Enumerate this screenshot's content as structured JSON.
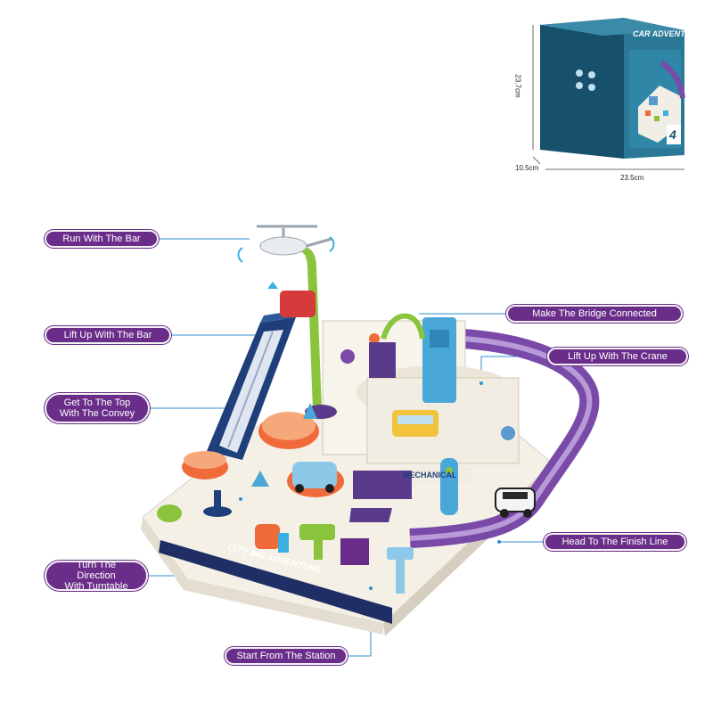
{
  "callouts": {
    "run_bar": "Run With The Bar",
    "lift_bar": "Lift Up With The Bar",
    "convey_line1": "Get To The Top",
    "convey_line2": "With The Convey",
    "turntable_line1": "Turn The Direction",
    "turntable_line2": "With Turntable",
    "station": "Start From The Station",
    "bridge": "Make The Bridge Connected",
    "crane": "Lift Up With The Crane",
    "finish": "Head To The Finish Line"
  },
  "box": {
    "title": "CAR ADVENTURE",
    "age_number": "4",
    "height_label": "23.7cm",
    "depth_label": "10.5cm",
    "width_label": "23.5cm"
  },
  "toy": {
    "city_sign": "CITY BIG ADVENTURE",
    "building_sign": "MECHANICAL"
  },
  "colors": {
    "pill_purple": "#6a2e8a",
    "leader_blue": "#2f8fd0",
    "track_purple": "#7a4aa8",
    "base_cream": "#f4f0e6",
    "box_teal": "#1e5f7a"
  }
}
